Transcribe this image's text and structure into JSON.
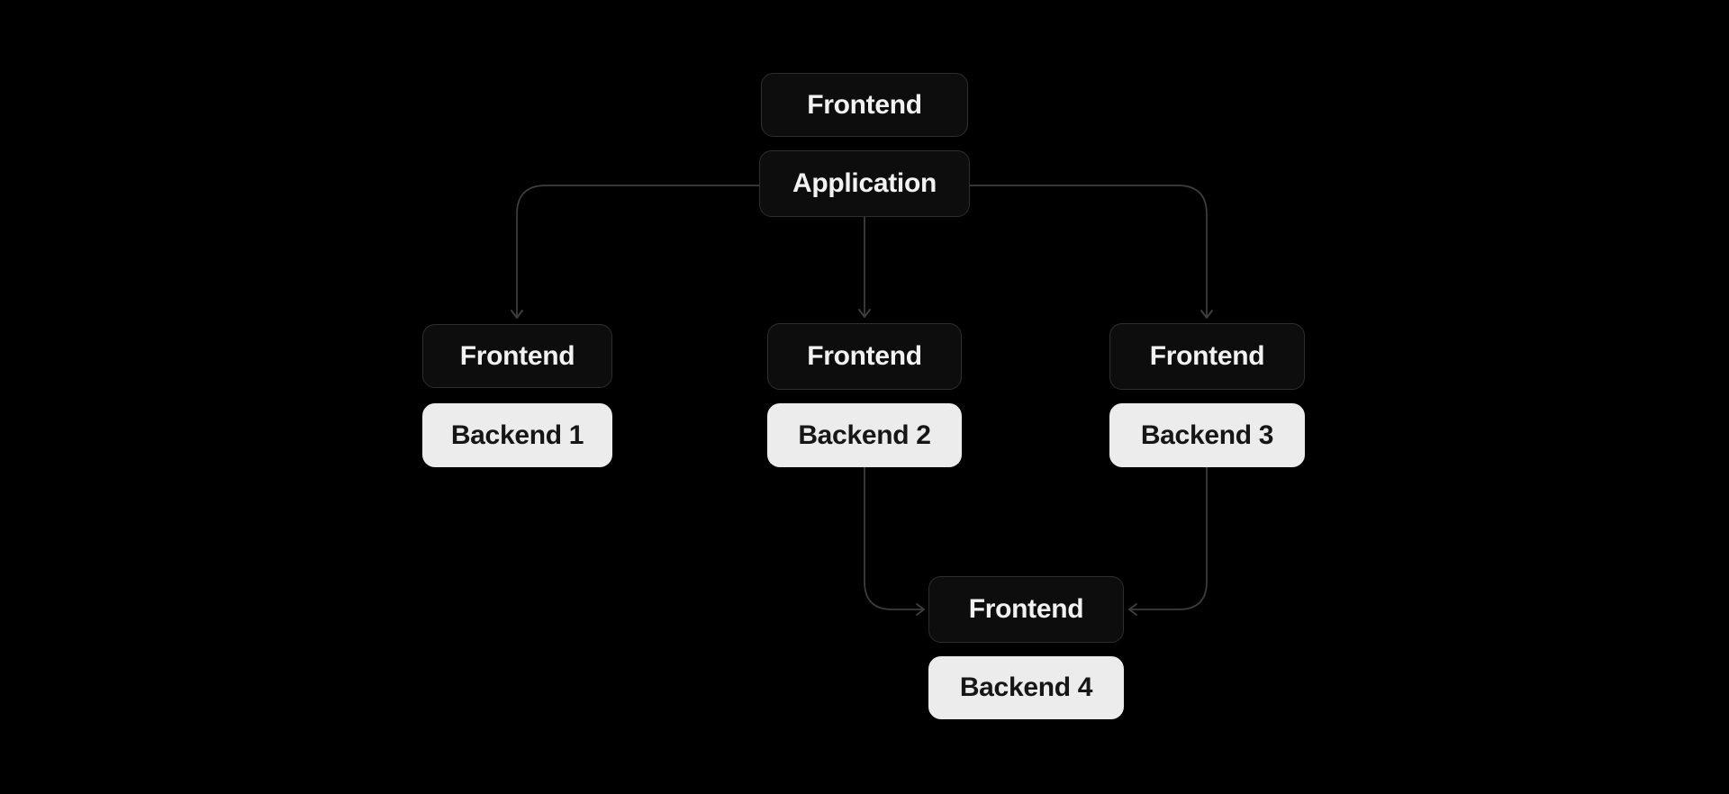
{
  "diagram": {
    "background_color": "#000000",
    "edge_color": "#3d3d3d",
    "node_styles": {
      "dark": {
        "fill": "#0d0d0d",
        "border": "#2e2e2e",
        "text": "#f2f2f2"
      },
      "light": {
        "fill": "#ececec",
        "border": "#ececec",
        "text": "#161616"
      }
    },
    "nodes": [
      {
        "id": "frontend-top",
        "label": "Frontend",
        "variant": "dark"
      },
      {
        "id": "application",
        "label": "Application",
        "variant": "dark"
      },
      {
        "id": "frontend-left",
        "label": "Frontend",
        "variant": "dark"
      },
      {
        "id": "backend-1",
        "label": "Backend 1",
        "variant": "light"
      },
      {
        "id": "frontend-middle",
        "label": "Frontend",
        "variant": "dark"
      },
      {
        "id": "backend-2",
        "label": "Backend 2",
        "variant": "light"
      },
      {
        "id": "frontend-right",
        "label": "Frontend",
        "variant": "dark"
      },
      {
        "id": "backend-3",
        "label": "Backend 3",
        "variant": "light"
      },
      {
        "id": "frontend-bottom",
        "label": "Frontend",
        "variant": "dark"
      },
      {
        "id": "backend-4",
        "label": "Backend 4",
        "variant": "light"
      }
    ],
    "edges": [
      {
        "from": "application",
        "to": "frontend-left",
        "arrow": "into-top"
      },
      {
        "from": "application",
        "to": "frontend-middle",
        "arrow": "into-top"
      },
      {
        "from": "application",
        "to": "frontend-right",
        "arrow": "into-top"
      },
      {
        "from": "backend-2",
        "to": "frontend-bottom",
        "arrow": "into-left"
      },
      {
        "from": "backend-3",
        "to": "frontend-bottom",
        "arrow": "into-right"
      }
    ]
  }
}
